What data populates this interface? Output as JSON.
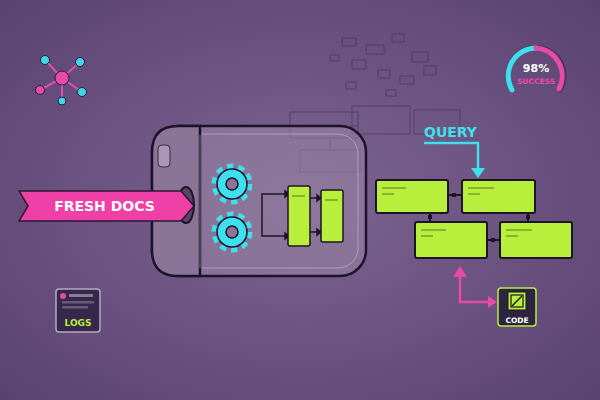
{
  "diagram": {
    "nodes": [
      {
        "text": [
          "FRESH DOCS"
        ]
      },
      {
        "text": [
          "LOGS"
        ]
      },
      {
        "text": [
          "CODE"
        ]
      }
    ],
    "labels": [
      "QUERY",
      "98%",
      "SUCCESS"
    ]
  }
}
